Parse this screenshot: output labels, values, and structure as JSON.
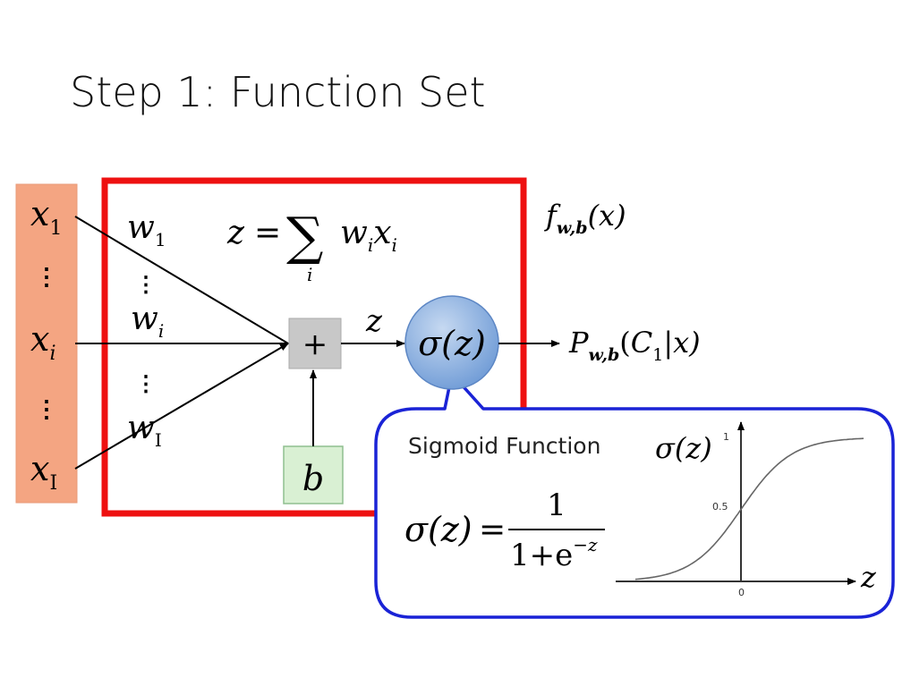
{
  "title": "Step 1: Function Set",
  "colors": {
    "input_fill": "#f4a582",
    "neuron_box_border": "#ee1111",
    "plus_fill": "#c8c8c8",
    "bias_fill": "#d9f0d3",
    "bias_border": "#8fbf8f",
    "sigma_fill": "#8fb3e0",
    "callout_border": "#1a23d6"
  },
  "inputs": {
    "x1": {
      "base": "x",
      "sub": "1"
    },
    "xi": {
      "base": "x",
      "sub": "i"
    },
    "xI": {
      "base": "x",
      "sub": "I"
    },
    "dots": "⋮"
  },
  "weights": {
    "w1": {
      "base": "w",
      "sub": "1"
    },
    "wi": {
      "base": "w",
      "sub": "i"
    },
    "wI": {
      "base": "w",
      "sub": "I"
    },
    "dots": "⋮"
  },
  "sum_equation": {
    "lhs": "z",
    "eq": "=",
    "sigma": "∑",
    "index": "i",
    "w": "w",
    "w_sub": "i",
    "x": "x",
    "x_sub": "i"
  },
  "plus_label": "+",
  "bias_label": "b",
  "z_label": "z",
  "sigma_node": "σ(z)",
  "function_label": {
    "f": "f",
    "sub": "w,b",
    "arg": "(x)"
  },
  "output_label": {
    "P": "P",
    "sub": "w,b",
    "open": "(",
    "C": "C",
    "C_sub": "1",
    "rest": "|x)"
  },
  "callout": {
    "heading": "Sigmoid Function",
    "formula_lhs": "σ(z)",
    "formula_eq": "=",
    "numerator": "1",
    "denominator_base": "1+e",
    "denominator_exp": "−z",
    "graph_label": "σ(z)",
    "x_axis_label": "z",
    "tick_top": "1",
    "tick_mid": "0.5",
    "tick_zero": "0"
  }
}
